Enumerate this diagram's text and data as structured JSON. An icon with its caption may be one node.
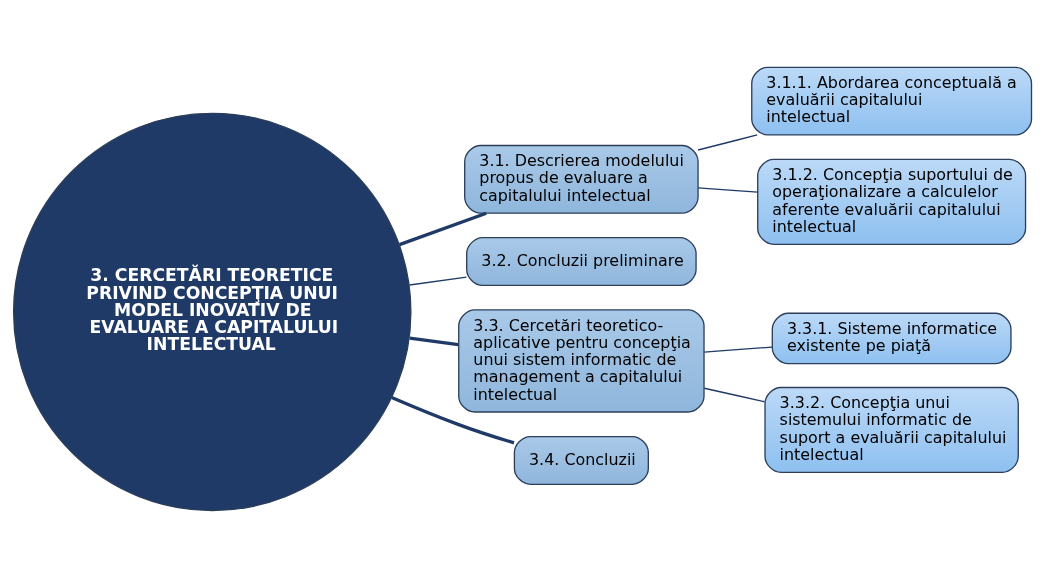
{
  "diagram": {
    "nodes": [
      {
        "text": [
          "3. CERCETĂRI TEORETICE PRIVIND CONCEPŢIA UNUI MODEL INOVATIV DE EVALUARE A CAPITALULUI INTELECTUAL"
        ]
      },
      {
        "text": [
          "3.1. Descrierea modelului propus de evaluare a capitalului intelectual"
        ]
      },
      {
        "text": [
          "3.1.1. Abordarea conceptuală a evaluării capitalului intelectual"
        ]
      },
      {
        "text": [
          "3.1.2. Concepţia suportului de operaţionalizare a calculelor aferente evaluării capitalului intelectual"
        ]
      },
      {
        "text": [
          "3.2. Concluzii preliminare"
        ]
      },
      {
        "text": [
          "3.3. Cercetări teoretico-aplicative pentru concepţia unui sistem informatic de management a capitalului intelectual"
        ]
      },
      {
        "text": [
          "3.3.1. Sisteme informatice existente pe piaţă"
        ]
      },
      {
        "text": [
          "3.3.2. Concepţia unui sistemului informatic de suport a evaluării capitalului intelectual"
        ]
      },
      {
        "text": [
          "3.4. Concluzii"
        ]
      }
    ],
    "edges": [
      {
        "from": 0,
        "to": 1,
        "arrow": "none",
        "style": "thick"
      },
      {
        "from": 1,
        "to": 2,
        "arrow": "none"
      },
      {
        "from": 1,
        "to": 3,
        "arrow": "none"
      },
      {
        "from": 0,
        "to": 4,
        "arrow": "none"
      },
      {
        "from": 0,
        "to": 5,
        "arrow": "none",
        "style": "thick"
      },
      {
        "from": 5,
        "to": 6,
        "arrow": "none"
      },
      {
        "from": 5,
        "to": 7,
        "arrow": "none"
      },
      {
        "from": 0,
        "to": 8,
        "arrow": "none",
        "style": "thick"
      }
    ]
  }
}
